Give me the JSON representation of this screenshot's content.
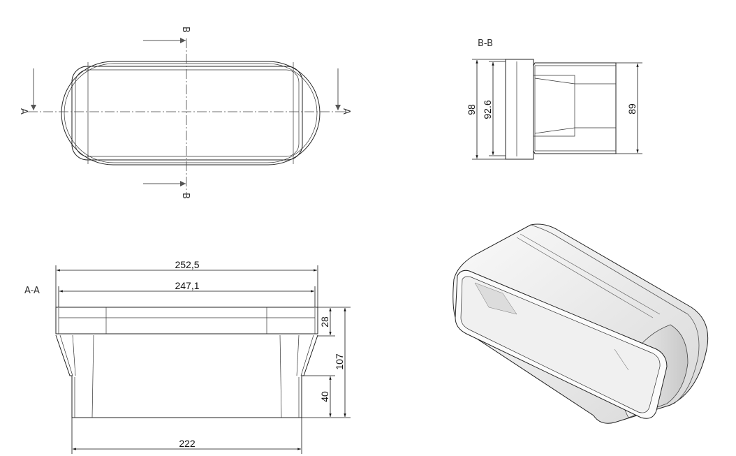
{
  "top_view": {
    "section_marks": {
      "a_left": "A",
      "a_right": "A",
      "b_top": "B",
      "b_bottom": "B"
    }
  },
  "section_bb": {
    "title": "B-B",
    "dims": {
      "outer_height": "98",
      "inner_height": "92.6",
      "outlet_height": "89"
    }
  },
  "section_aa": {
    "title": "A-A",
    "dims": {
      "overall_width": "252,5",
      "inner_width": "247,1",
      "bottom_width": "222",
      "flange_height": "28",
      "total_height": "107",
      "spigot_height": "40"
    }
  },
  "colors": {
    "line": "#222222",
    "shade_light": "#f4f4f4",
    "shade_dark": "#cfcfcf"
  }
}
